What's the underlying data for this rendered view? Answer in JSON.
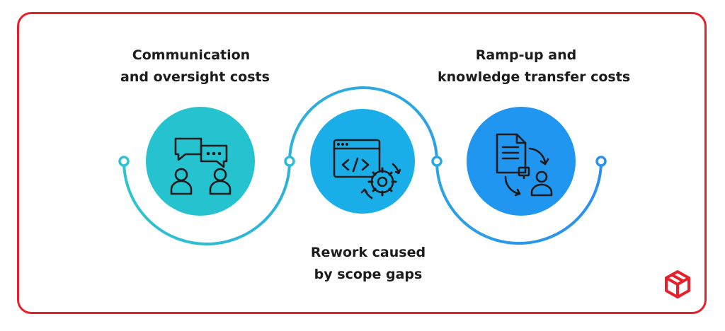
{
  "steps": [
    {
      "lines": [
        "Communication",
        "and oversight costs"
      ],
      "icon": "chat-users-icon",
      "color": "#25c3cf"
    },
    {
      "lines": [
        "Rework caused",
        "by scope gaps"
      ],
      "icon": "code-gear-icon",
      "color": "#1aaee8"
    },
    {
      "lines": [
        "Ramp-up and",
        "knowledge transfer costs"
      ],
      "icon": "document-transfer-icon",
      "color": "#2196f0"
    }
  ],
  "colors": {
    "frame": "#e8202a",
    "path_start": "#2ec4cf",
    "path_end": "#2b8ff0",
    "icon_stroke": "#1a1a1a",
    "logo": "#e8202a"
  },
  "logo_icon": "cube-logo-icon"
}
